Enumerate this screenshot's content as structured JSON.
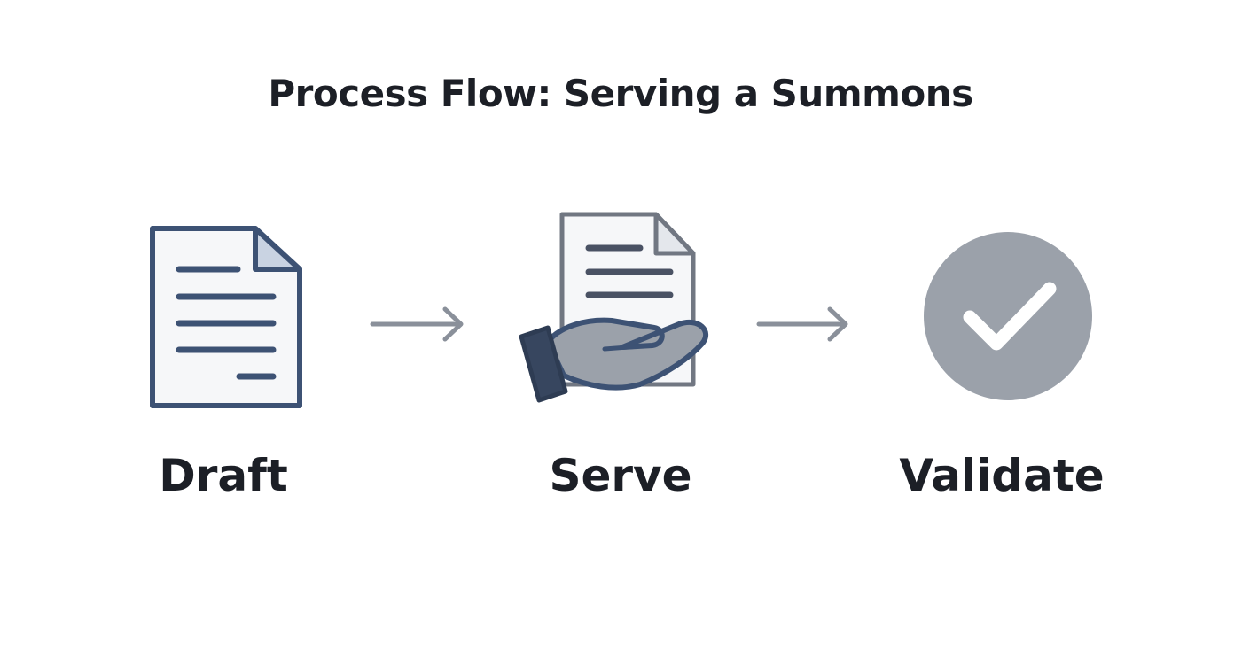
{
  "diagram": {
    "title": "Process Flow: Serving a Summons",
    "steps": [
      {
        "label": "Draft",
        "icon": "document-icon"
      },
      {
        "label": "Serve",
        "icon": "hand-document-icon"
      },
      {
        "label": "Validate",
        "icon": "checkmark-circle-icon"
      }
    ],
    "connectors": [
      "arrow-right-icon",
      "arrow-right-icon"
    ],
    "colors": {
      "primary_navy": "#3d5274",
      "muted_gray": "#9ba1aa",
      "arrow_gray": "#8a909a",
      "text": "#1c1f26",
      "paper": "#f6f7f9"
    }
  }
}
